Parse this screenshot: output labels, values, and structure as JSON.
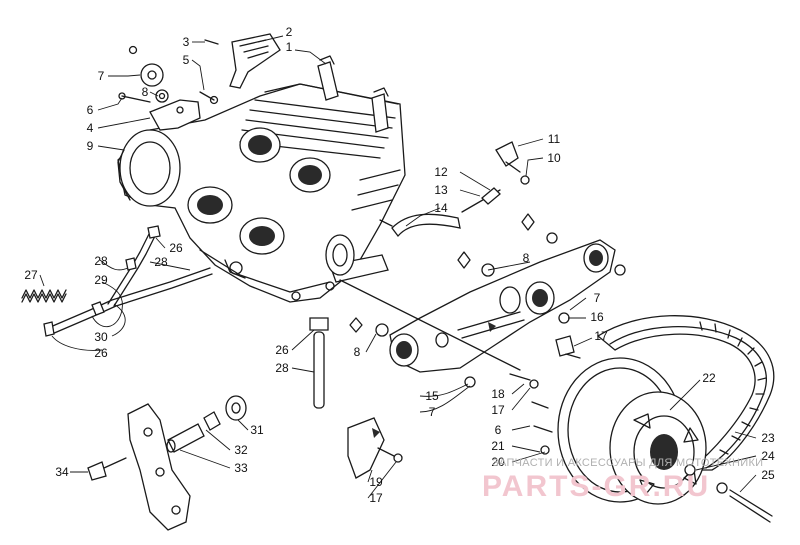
{
  "diagram": {
    "callouts": [
      {
        "id": "c2",
        "text": "2"
      },
      {
        "id": "c1",
        "text": "1"
      },
      {
        "id": "c3",
        "text": "3"
      },
      {
        "id": "c5",
        "text": "5"
      },
      {
        "id": "c7a",
        "text": "7"
      },
      {
        "id": "c8a",
        "text": "8"
      },
      {
        "id": "c6a",
        "text": "6"
      },
      {
        "id": "c4",
        "text": "4"
      },
      {
        "id": "c9",
        "text": "9"
      },
      {
        "id": "c11",
        "text": "11"
      },
      {
        "id": "c10",
        "text": "10"
      },
      {
        "id": "c12",
        "text": "12"
      },
      {
        "id": "c13",
        "text": "13"
      },
      {
        "id": "c14",
        "text": "14"
      },
      {
        "id": "c26a",
        "text": "26"
      },
      {
        "id": "c28a",
        "text": "28"
      },
      {
        "id": "c28b",
        "text": "28"
      },
      {
        "id": "c29",
        "text": "29"
      },
      {
        "id": "c27",
        "text": "27"
      },
      {
        "id": "c30",
        "text": "30"
      },
      {
        "id": "c26b",
        "text": "26"
      },
      {
        "id": "c8b",
        "text": "8"
      },
      {
        "id": "c7b",
        "text": "7"
      },
      {
        "id": "c16",
        "text": "16"
      },
      {
        "id": "c17a",
        "text": "17"
      },
      {
        "id": "c26c",
        "text": "26"
      },
      {
        "id": "c28c",
        "text": "28"
      },
      {
        "id": "c8c",
        "text": "8"
      },
      {
        "id": "c15",
        "text": "15"
      },
      {
        "id": "c7c",
        "text": "7"
      },
      {
        "id": "c18",
        "text": "18"
      },
      {
        "id": "c17b",
        "text": "17"
      },
      {
        "id": "c22",
        "text": "22"
      },
      {
        "id": "c6b",
        "text": "6"
      },
      {
        "id": "c21",
        "text": "21"
      },
      {
        "id": "c20",
        "text": "20"
      },
      {
        "id": "c23",
        "text": "23"
      },
      {
        "id": "c24",
        "text": "24"
      },
      {
        "id": "c25",
        "text": "25"
      },
      {
        "id": "c31",
        "text": "31"
      },
      {
        "id": "c32",
        "text": "32"
      },
      {
        "id": "c33",
        "text": "33"
      },
      {
        "id": "c34",
        "text": "34"
      },
      {
        "id": "c19",
        "text": "19"
      },
      {
        "id": "c17c",
        "text": "17"
      }
    ]
  },
  "watermark": {
    "top_text": "ЗАПЧАСТИ И АКСЕССУАРЫ ДЛЯ МОТОТЕХНИКИ",
    "brand_text": "PARTS-GR.RU",
    "brand_color": "#f2c6cf"
  }
}
